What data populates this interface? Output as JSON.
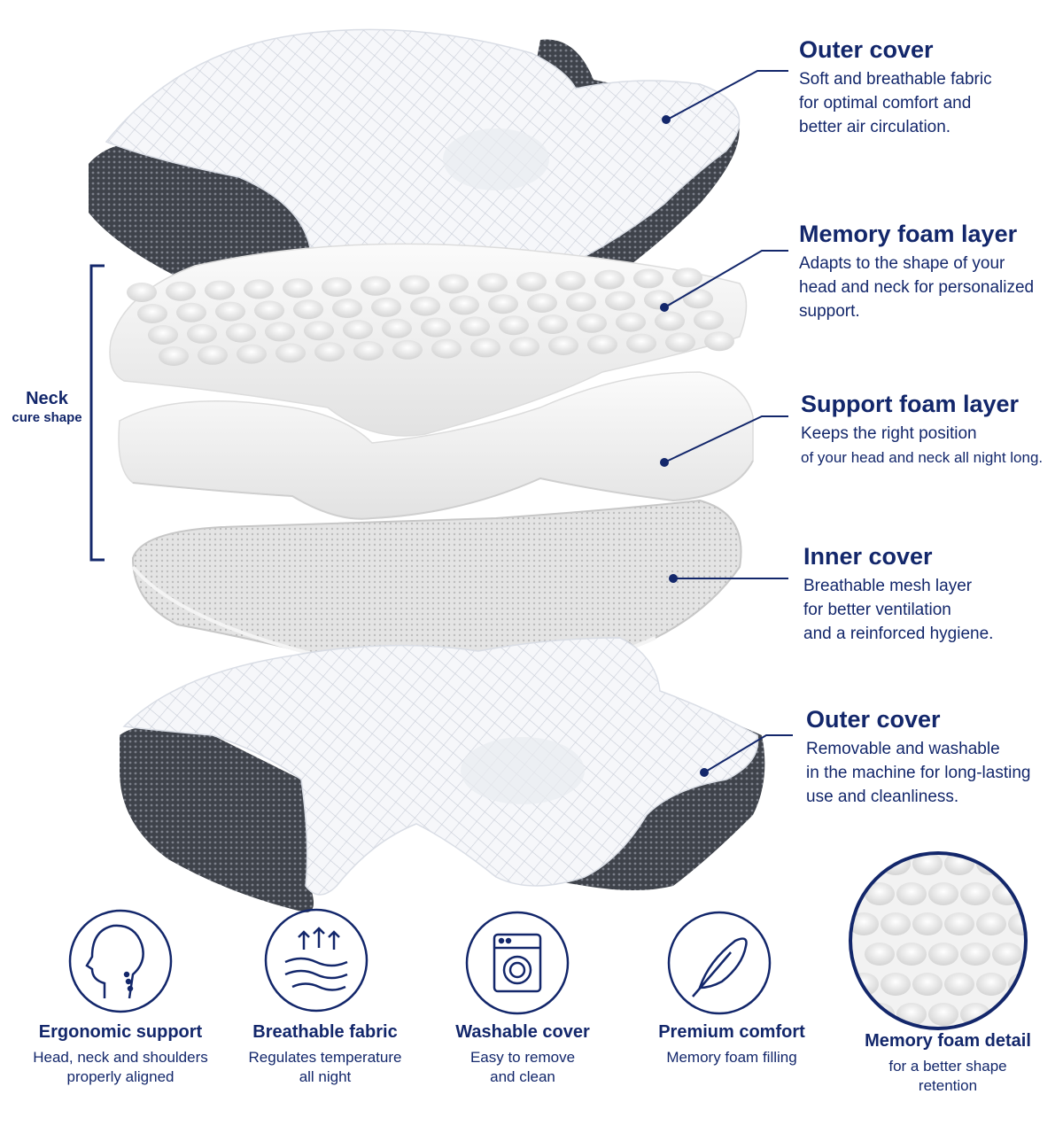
{
  "layers": [
    {
      "title": "Outer cover",
      "description": [
        "Soft and breathable fabric",
        "for optimal comfort and",
        "better air circulation."
      ]
    },
    {
      "title": "Memory foam layer",
      "description": [
        "Adapts to the shape of your",
        "head and neck for personalized",
        "support."
      ]
    },
    {
      "title": "Support foam layer",
      "description": [
        "Keeps the right position",
        "of your head and neck all night long."
      ]
    },
    {
      "title": "Inner cover",
      "description": [
        "Breathable mesh layer",
        "for better ventilation",
        "and a reinforced hygiene."
      ]
    },
    {
      "title": "Outer cover",
      "description": [
        "Removable and washable",
        "in the machine for long-lasting",
        "use and cleanliness."
      ]
    }
  ],
  "neck_label": {
    "line1": "Neck",
    "line2": "cure shape"
  },
  "features": [
    {
      "icon": "head-profile-icon",
      "title": "Ergonomic support",
      "description": [
        "Head, neck and shoulders",
        "properly aligned"
      ]
    },
    {
      "icon": "airflow-icon",
      "title": "Breathable fabric",
      "description": [
        "Regulates temperature",
        "all night"
      ]
    },
    {
      "icon": "washing-machine-icon",
      "title": "Washable cover",
      "description": [
        "Easy to remove",
        "and clean"
      ]
    },
    {
      "icon": "feather-icon",
      "title": "Premium comfort",
      "description": [
        "Memory foam filling"
      ]
    },
    {
      "icon": "foam-detail-image",
      "title": "Memory foam detail",
      "description": [
        "for a better shape",
        "retention"
      ]
    }
  ],
  "colors": {
    "accent": "#13276b",
    "mesh": "#4a4d55",
    "fabric": "#f4f6f9",
    "foam": "#f7f7f7"
  }
}
